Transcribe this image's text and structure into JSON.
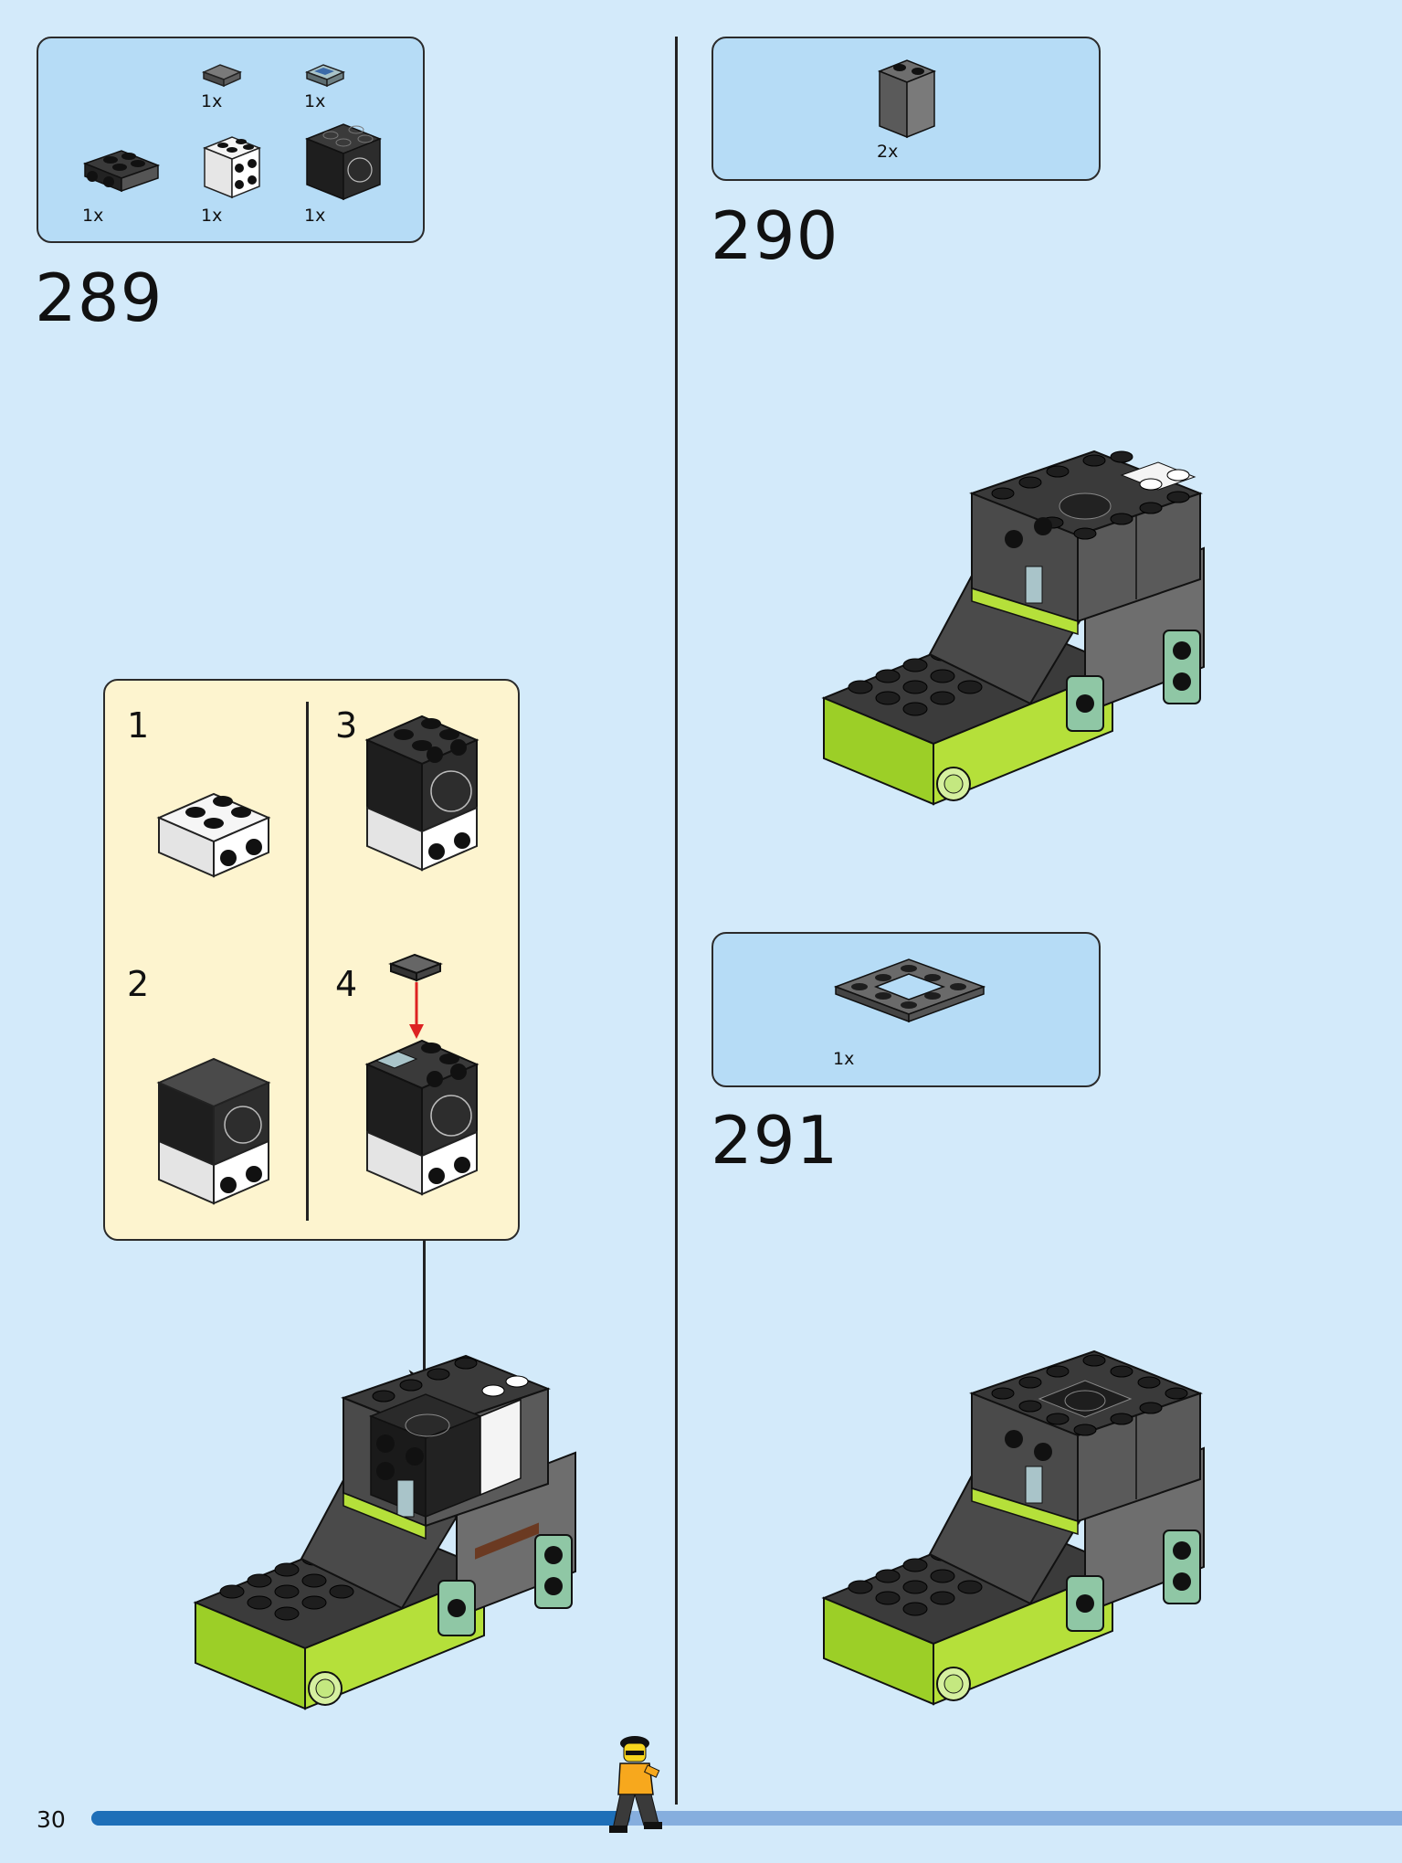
{
  "page": {
    "number": "30"
  },
  "steps": [
    {
      "number": "289",
      "parts": [
        {
          "qty": "1x",
          "icon": "dark-gray-tile-1x1-icon"
        },
        {
          "qty": "1x",
          "icon": "printed-keypad-tile-icon"
        },
        {
          "qty": "1x",
          "icon": "black-plate-with-side-studs-icon"
        },
        {
          "qty": "1x",
          "icon": "white-brick-2x2-with-side-studs-icon"
        },
        {
          "qty": "1x",
          "icon": "black-printed-brick-2x2-icon"
        }
      ],
      "substeps": [
        "1",
        "2",
        "3",
        "4"
      ]
    },
    {
      "number": "290",
      "parts": [
        {
          "qty": "2x",
          "icon": "dark-gray-brick-1x2x2-icon"
        }
      ]
    },
    {
      "number": "291",
      "parts": [
        {
          "qty": "1x",
          "icon": "dark-gray-frame-plate-4x4-icon"
        }
      ]
    }
  ],
  "colors": {
    "background": "#d3eafa",
    "parts_box": "#b6dcf6",
    "substep_box": "#fdf4cf",
    "progress_filled": "#1e6fb8",
    "progress_empty": "#86aede"
  }
}
